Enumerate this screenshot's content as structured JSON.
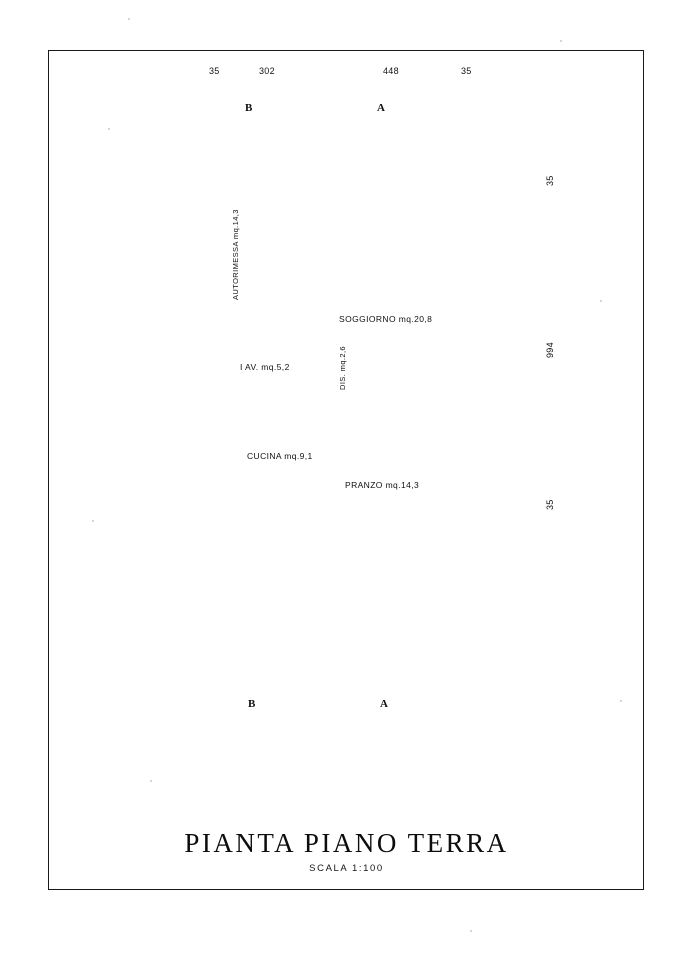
{
  "drawing": {
    "title": "PIANTA PIANO TERRA",
    "subtitle": "SCALA 1:100"
  },
  "dimensions": {
    "top": [
      {
        "value": "35"
      },
      {
        "value": "302"
      },
      {
        "value": "448"
      },
      {
        "value": "35"
      }
    ],
    "right": [
      {
        "value": "35"
      },
      {
        "value": "994"
      },
      {
        "value": "35"
      }
    ]
  },
  "section_markers": {
    "top": [
      {
        "label": "B"
      },
      {
        "label": "A"
      }
    ],
    "bottom": [
      {
        "label": "B"
      },
      {
        "label": "A"
      }
    ]
  },
  "rooms": [
    {
      "id": "garage",
      "label": "AUTORIMESSA  mq.14,3",
      "orientation": "vertical"
    },
    {
      "id": "bathroom",
      "label": "I AV.  mq.5,2",
      "orientation": "horizontal"
    },
    {
      "id": "kitchen",
      "label": "CUCINA  mq.9,1",
      "orientation": "horizontal"
    },
    {
      "id": "hall",
      "label": "DIS.  mq.2,6",
      "orientation": "vertical"
    },
    {
      "id": "living",
      "label": "SOGGIORNO  mq.20,8",
      "orientation": "horizontal"
    },
    {
      "id": "dining",
      "label": "PRANZO  mq.14,3",
      "orientation": "horizontal"
    }
  ],
  "colors": {
    "ink": "#111111",
    "paper": "#ffffff",
    "hatch": "#333333"
  }
}
